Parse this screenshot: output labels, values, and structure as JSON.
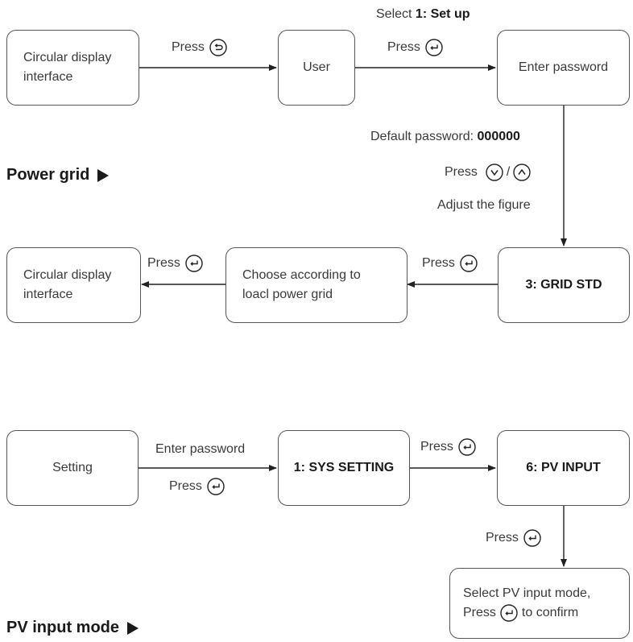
{
  "top_flow": {
    "box_circular": "Circular display\ninterface",
    "label_press_back": "Press",
    "box_user": "User",
    "label_select": "Select ",
    "label_select_bold": "1: Set up",
    "label_press_enter": "Press",
    "box_password": "Enter password",
    "default_password_label": "Default password: ",
    "default_password_value": "000000",
    "press_updown": "Press",
    "slash": "/",
    "adjust_figure": "Adjust the figure",
    "box_grid_std": "3: GRID STD",
    "label_press_grid": "Press",
    "box_choose": "Choose according to\nloacl power grid",
    "label_press_choose": "Press",
    "box_circular2": "Circular display\ninterface"
  },
  "section_power_grid": "Power grid",
  "bottom_flow": {
    "box_setting": "Setting",
    "label_enter_password": "Enter password",
    "label_press_setting": "Press",
    "box_sys": "1: SYS SETTING",
    "label_press_sys": "Press",
    "box_pv": "6: PV INPUT",
    "label_press_pv": "Press",
    "box_select_line1": "Select PV input mode,",
    "box_select_press": "Press",
    "box_select_confirm": "to confirm"
  },
  "section_pv_input": "PV input mode",
  "icons": {
    "back": "back-icon",
    "enter": "enter-icon",
    "down": "down-icon",
    "up": "up-icon"
  }
}
